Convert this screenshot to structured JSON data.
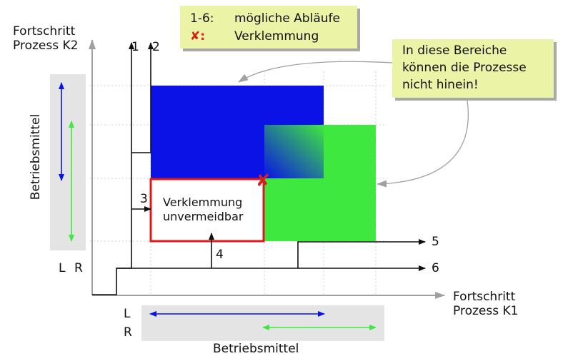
{
  "diagram": {
    "y_axis_title": [
      "Fortschritt",
      "Prozess K2"
    ],
    "x_axis_title": [
      "Fortschritt",
      "Prozess K1"
    ],
    "resources_vertical_label": "Betriebsmittel",
    "resources_horizontal_label": "Betriebsmittel",
    "vertical_lane_labels": [
      "L",
      "R"
    ],
    "horizontal_lane_labels": [
      "L",
      "R"
    ],
    "legend": {
      "row1_key": "1-6:",
      "row1_text": "mögliche Abläufe",
      "row2_key": "✘:",
      "row2_text": "Verklemmung"
    },
    "callout": {
      "lines": [
        "In diese Bereiche",
        "können die Prozesse",
        "nicht hinein!"
      ]
    },
    "unsafe_region_label": [
      "Verklemmung",
      "unvermeidbar"
    ],
    "path_labels": [
      "1",
      "2",
      "3",
      "4",
      "5",
      "6"
    ],
    "deadlock_marker": "✘",
    "colors": {
      "resource_L": "#0a12e6",
      "resource_R": "#3ee83e",
      "unsafe_border": "#e01818",
      "note_bg": "#eaf3a6",
      "lane_bg": "#e4e4e4"
    }
  }
}
